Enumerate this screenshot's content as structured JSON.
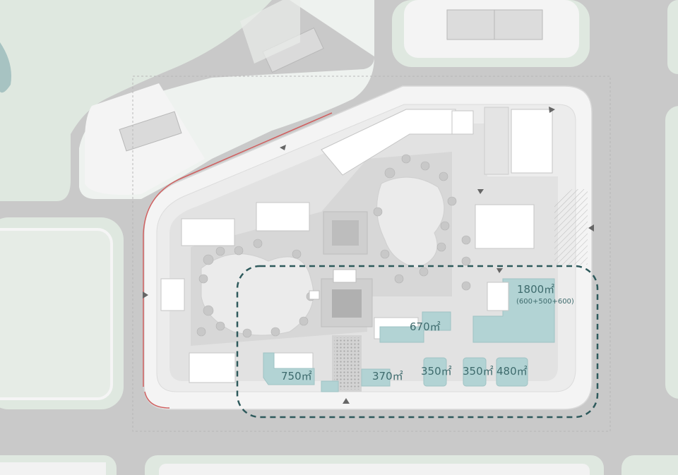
{
  "colors": {
    "road": "#c9c9c9",
    "green": "#dfe8e0",
    "site": "#ececec",
    "building": "#ffffff",
    "commercial": "#b2d3d4",
    "dashed_outline": "#2e5a5c",
    "label": "#3e6b6d",
    "red_line": "#d06060",
    "arrow": "#666666"
  },
  "areas": [
    {
      "id": "a1800",
      "label": "1800㎡",
      "sub": "(600+500+600)"
    },
    {
      "id": "a670",
      "label": "670㎡"
    },
    {
      "id": "a750",
      "label": "750㎡"
    },
    {
      "id": "a370",
      "label": "370㎡"
    },
    {
      "id": "a350a",
      "label": "350㎡"
    },
    {
      "id": "a350b",
      "label": "350㎡"
    },
    {
      "id": "a480",
      "label": "480㎡"
    }
  ],
  "legend_icons": [
    "entrance-arrow-icon"
  ]
}
